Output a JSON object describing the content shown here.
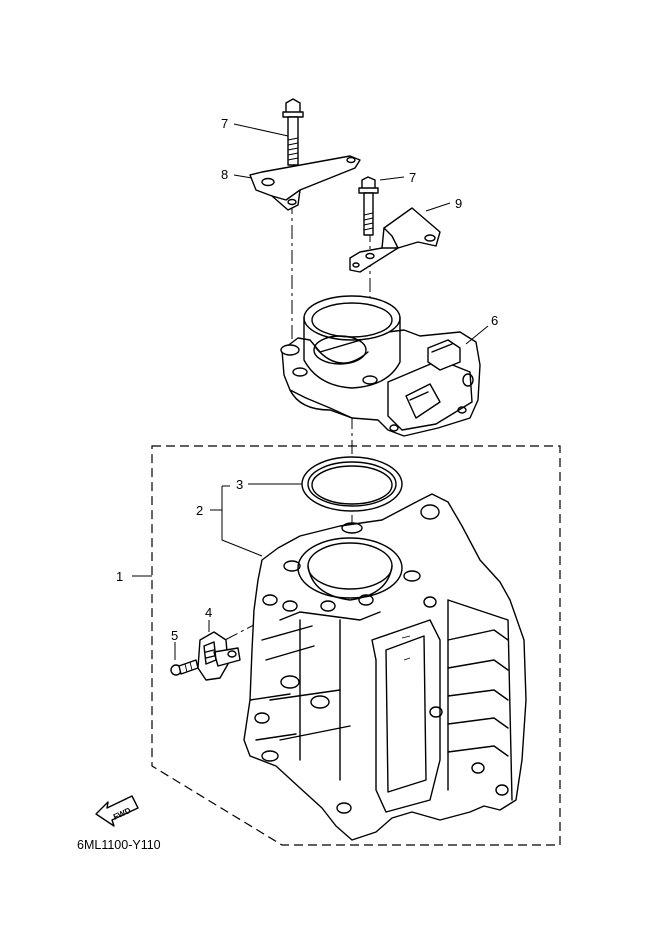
{
  "diagram": {
    "part_code": "6ML1100-Y110",
    "fwd_label": "FWD",
    "callouts": {
      "c1": "1",
      "c2": "2",
      "c3": "3",
      "c4": "4",
      "c5": "5",
      "c6": "6",
      "c7a": "7",
      "c7b": "7",
      "c8": "8",
      "c9": "9"
    }
  }
}
